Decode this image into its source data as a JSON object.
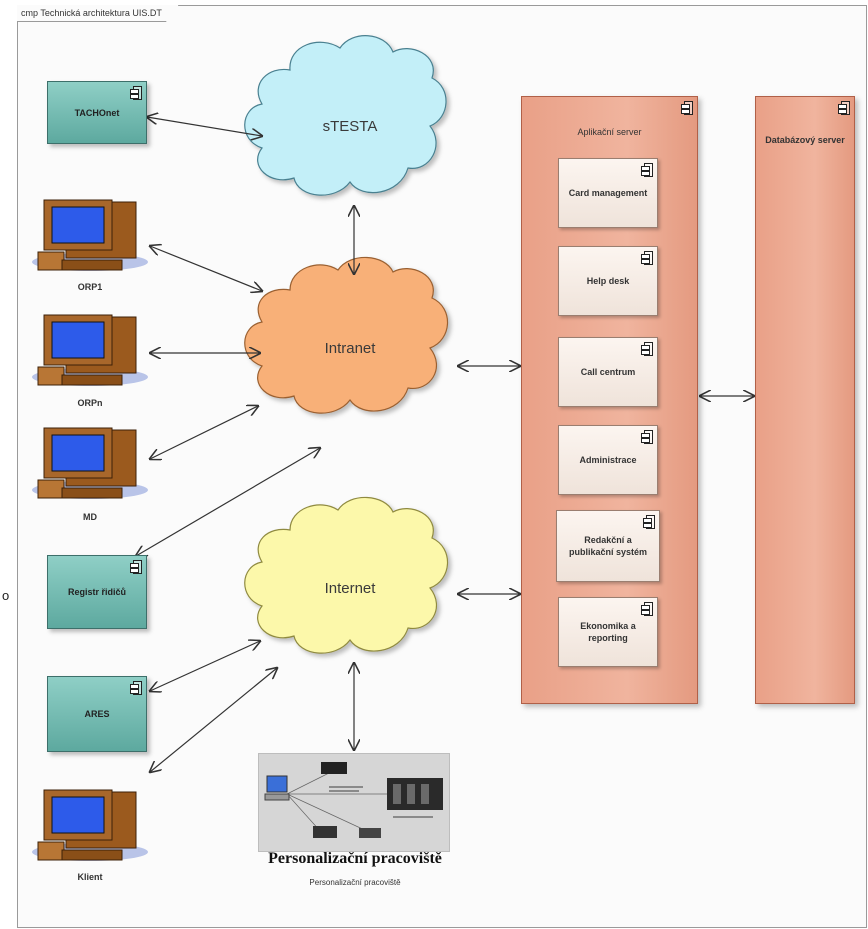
{
  "frame": {
    "tab_title": "cmp Technická architektura UIS.DT"
  },
  "side_text": "o",
  "clouds": {
    "stesta": "sTESTA",
    "intranet": "Intranet",
    "internet": "Internet"
  },
  "systems": {
    "tachonet": "TACHOnet",
    "register": "Registr řidičů",
    "ares": "ARES"
  },
  "workstations": {
    "orp1": "ORP1",
    "orpn": "ORPn",
    "md": "MD",
    "klient": "Klient"
  },
  "app_server": {
    "title": "Aplikační server",
    "modules": [
      "Card management",
      "Help desk",
      "Call centrum",
      "Administrace",
      "Redakční a publikační systém",
      "Ekonomika a reporting"
    ]
  },
  "db_server": {
    "title": "Databázový server"
  },
  "personalization": {
    "title": "Personalizační pracoviště",
    "subtitle": "Personalizační pracoviště"
  },
  "colors": {
    "teal": "#6fb8ae",
    "server": "#eca68d",
    "cloud_stesta": "#bfeef7",
    "cloud_intranet": "#f9b074",
    "cloud_internet": "#fbf7a8"
  }
}
